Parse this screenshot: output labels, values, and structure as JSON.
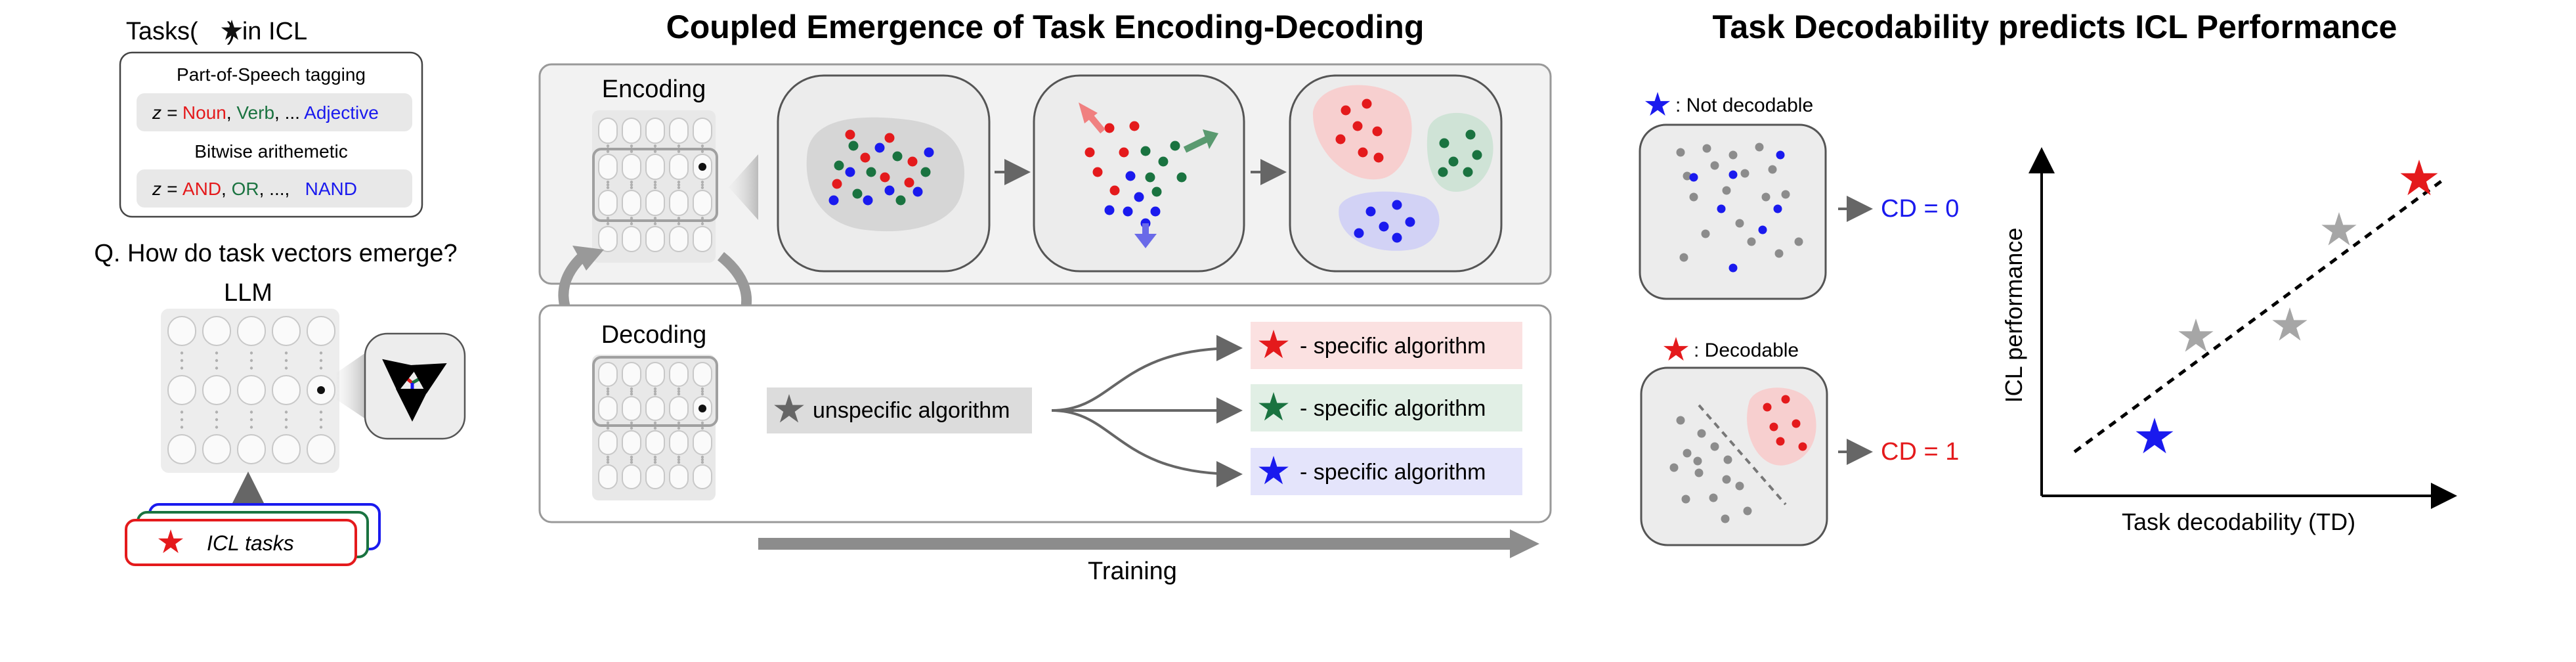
{
  "left": {
    "tasks_title_prefix": "Tasks(",
    "tasks_title_suffix": ") in ICL",
    "pos_title": "Part-of-Speech tagging",
    "pos_z": "z = ",
    "pos_noun": "Noun",
    "pos_sep1": ", ",
    "pos_verb": "Verb",
    "pos_sep2": ", ... ",
    "pos_adj": "Adjective",
    "bit_title": "Bitwise arithemetic",
    "bit_z": "z = ",
    "bit_and": "AND",
    "bit_sep1": ", ",
    "bit_or": "OR",
    "bit_sep2": ", ...,   ",
    "bit_nand": "NAND",
    "question": "Q. How do task vectors emerge?",
    "llm_label": "LLM",
    "icl_tasks": "ICL tasks"
  },
  "middle": {
    "title": "Coupled Emergence of Task Encoding-Decoding",
    "encoding_label": "Encoding",
    "decoding_label": "Decoding",
    "unspecific": "unspecific algorithm",
    "specific": "- specific algorithm",
    "training_label": "Training"
  },
  "right": {
    "title": "Task Decodability predicts ICL Performance",
    "not_decodable": ": Not decodable",
    "decodable": ": Decodable",
    "cd0": "CD = 0",
    "cd1": "CD = 1",
    "ylabel": "ICL performance",
    "xlabel": "Task decodability (TD)"
  },
  "colors": {
    "red": "#e41a1c",
    "green": "#1a7340",
    "blue": "#1a1aee",
    "gray": "#8c8c8c",
    "redBg": "#fbe1e1",
    "greenBg": "#e1efe5",
    "blueBg": "#e4e4fb"
  }
}
